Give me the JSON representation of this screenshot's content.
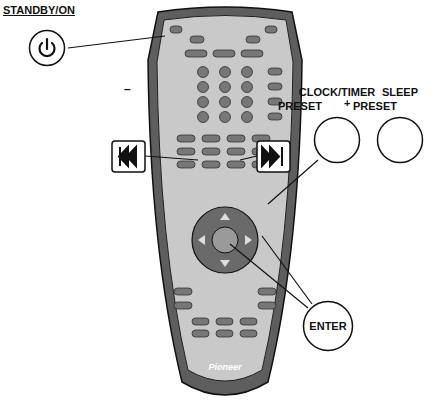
{
  "diagram": {
    "nodes": [
      {
        "text": [
          "STANDBY/ON"
        ]
      },
      {
        "text": [
          "CLOCK/TIMER"
        ]
      },
      {
        "text": [
          "SLEEP"
        ]
      },
      {
        "text": [
          "ENTER"
        ]
      }
    ],
    "labels": [
      "–",
      "PRESET",
      "+",
      "PRESET",
      "Pioneer"
    ]
  }
}
